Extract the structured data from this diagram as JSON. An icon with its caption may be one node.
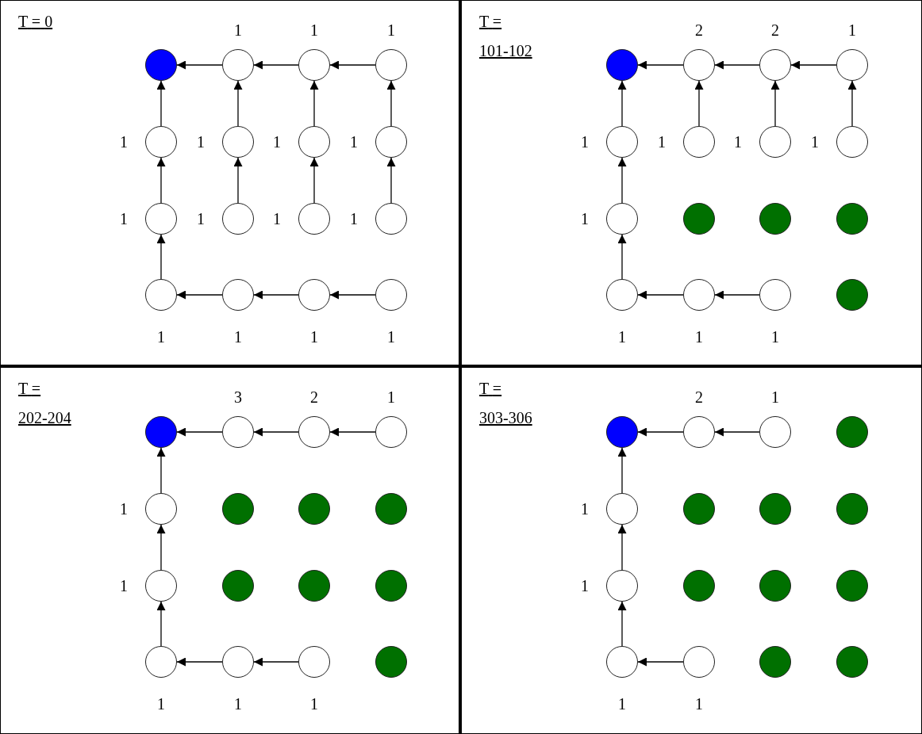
{
  "diagram": {
    "nodes": [
      {
        "text": [
          "T = 0"
        ]
      },
      {
        "text": [],
        "shape": "circle",
        "in": 0
      },
      {
        "text": [],
        "shape": "circle",
        "in": 0,
        "beside": [
          "1"
        ]
      },
      {
        "text": [],
        "shape": "circle",
        "in": 0,
        "beside": [
          "1"
        ]
      },
      {
        "text": [],
        "shape": "circle",
        "in": 0,
        "beside": [
          "1"
        ]
      },
      {
        "text": [],
        "shape": "circle",
        "in": 0,
        "beside": [
          "1"
        ]
      },
      {
        "text": [],
        "shape": "circle",
        "in": 0,
        "beside": [
          "1"
        ]
      },
      {
        "text": [],
        "shape": "circle",
        "in": 0,
        "beside": [
          "1"
        ]
      },
      {
        "text": [],
        "shape": "circle",
        "in": 0,
        "beside": [
          "1"
        ]
      },
      {
        "text": [],
        "shape": "circle",
        "in": 0,
        "beside": [
          "1"
        ]
      },
      {
        "text": [],
        "shape": "circle",
        "in": 0,
        "beside": [
          "1"
        ]
      },
      {
        "text": [],
        "shape": "circle",
        "in": 0,
        "beside": [
          "1"
        ]
      },
      {
        "text": [],
        "shape": "circle",
        "in": 0,
        "beside": [
          "1"
        ]
      },
      {
        "text": [],
        "shape": "circle",
        "in": 0,
        "beside": [
          "1"
        ]
      },
      {
        "text": [],
        "shape": "circle",
        "in": 0,
        "beside": [
          "1"
        ]
      },
      {
        "text": [],
        "shape": "circle",
        "in": 0,
        "beside": [
          "1"
        ]
      },
      {
        "text": [],
        "shape": "circle",
        "in": 0,
        "beside": [
          "1"
        ]
      },
      {
        "text": [
          "T = 101-102"
        ]
      },
      {
        "text": [],
        "shape": "circle",
        "in": 17
      },
      {
        "text": [],
        "shape": "circle",
        "in": 17,
        "beside": [
          "2"
        ]
      },
      {
        "text": [],
        "shape": "circle",
        "in": 17,
        "beside": [
          "2"
        ]
      },
      {
        "text": [],
        "shape": "circle",
        "in": 17,
        "beside": [
          "1"
        ]
      },
      {
        "text": [],
        "shape": "circle",
        "in": 17,
        "beside": [
          "1"
        ]
      },
      {
        "text": [],
        "shape": "circle",
        "in": 17,
        "beside": [
          "1"
        ]
      },
      {
        "text": [],
        "shape": "circle",
        "in": 17,
        "beside": [
          "1"
        ]
      },
      {
        "text": [],
        "shape": "circle",
        "in": 17,
        "beside": [
          "1"
        ]
      },
      {
        "text": [],
        "shape": "circle",
        "in": 17,
        "beside": [
          "1"
        ]
      },
      {
        "text": [],
        "shape": "circle",
        "in": 17
      },
      {
        "text": [],
        "shape": "circle",
        "in": 17
      },
      {
        "text": [],
        "shape": "circle",
        "in": 17
      },
      {
        "text": [],
        "shape": "circle",
        "in": 17,
        "beside": [
          "1"
        ]
      },
      {
        "text": [],
        "shape": "circle",
        "in": 17,
        "beside": [
          "1"
        ]
      },
      {
        "text": [],
        "shape": "circle",
        "in": 17,
        "beside": [
          "1"
        ]
      },
      {
        "text": [],
        "shape": "circle",
        "in": 17
      },
      {
        "text": [
          "T = 202-204"
        ]
      },
      {
        "text": [],
        "shape": "circle",
        "in": 34
      },
      {
        "text": [],
        "shape": "circle",
        "in": 34,
        "beside": [
          "3"
        ]
      },
      {
        "text": [],
        "shape": "circle",
        "in": 34,
        "beside": [
          "2"
        ]
      },
      {
        "text": [],
        "shape": "circle",
        "in": 34,
        "beside": [
          "1"
        ]
      },
      {
        "text": [],
        "shape": "circle",
        "in": 34,
        "beside": [
          "1"
        ]
      },
      {
        "text": [],
        "shape": "circle",
        "in": 34
      },
      {
        "text": [],
        "shape": "circle",
        "in": 34
      },
      {
        "text": [],
        "shape": "circle",
        "in": 34
      },
      {
        "text": [],
        "shape": "circle",
        "in": 34,
        "beside": [
          "1"
        ]
      },
      {
        "text": [],
        "shape": "circle",
        "in": 34
      },
      {
        "text": [],
        "shape": "circle",
        "in": 34
      },
      {
        "text": [],
        "shape": "circle",
        "in": 34
      },
      {
        "text": [],
        "shape": "circle",
        "in": 34,
        "beside": [
          "1"
        ]
      },
      {
        "text": [],
        "shape": "circle",
        "in": 34,
        "beside": [
          "1"
        ]
      },
      {
        "text": [],
        "shape": "circle",
        "in": 34,
        "beside": [
          "1"
        ]
      },
      {
        "text": [],
        "shape": "circle",
        "in": 34
      },
      {
        "text": [
          "T = 303-306"
        ]
      },
      {
        "text": [],
        "shape": "circle",
        "in": 51
      },
      {
        "text": [],
        "shape": "circle",
        "in": 51,
        "beside": [
          "2"
        ]
      },
      {
        "text": [],
        "shape": "circle",
        "in": 51,
        "beside": [
          "1"
        ]
      },
      {
        "text": [],
        "shape": "circle",
        "in": 51
      },
      {
        "text": [],
        "shape": "circle",
        "in": 51,
        "beside": [
          "1"
        ]
      },
      {
        "text": [],
        "shape": "circle",
        "in": 51
      },
      {
        "text": [],
        "shape": "circle",
        "in": 51
      },
      {
        "text": [],
        "shape": "circle",
        "in": 51
      },
      {
        "text": [],
        "shape": "circle",
        "in": 51,
        "beside": [
          "1"
        ]
      },
      {
        "text": [],
        "shape": "circle",
        "in": 51
      },
      {
        "text": [],
        "shape": "circle",
        "in": 51
      },
      {
        "text": [],
        "shape": "circle",
        "in": 51
      },
      {
        "text": [],
        "shape": "circle",
        "in": 51,
        "beside": [
          "1"
        ]
      },
      {
        "text": [],
        "shape": "circle",
        "in": 51,
        "beside": [
          "1"
        ]
      },
      {
        "text": [],
        "shape": "circle",
        "in": 51
      },
      {
        "text": [],
        "shape": "circle",
        "in": 51
      }
    ],
    "edges": [
      {
        "from": 2,
        "to": 1,
        "arrow": "to"
      },
      {
        "from": 3,
        "to": 2,
        "arrow": "to"
      },
      {
        "from": 4,
        "to": 3,
        "arrow": "to"
      },
      {
        "from": 5,
        "to": 1,
        "arrow": "to"
      },
      {
        "from": 6,
        "to": 2,
        "arrow": "to"
      },
      {
        "from": 7,
        "to": 3,
        "arrow": "to"
      },
      {
        "from": 8,
        "to": 4,
        "arrow": "to"
      },
      {
        "from": 9,
        "to": 5,
        "arrow": "to"
      },
      {
        "from": 10,
        "to": 6,
        "arrow": "to"
      },
      {
        "from": 11,
        "to": 7,
        "arrow": "to"
      },
      {
        "from": 12,
        "to": 8,
        "arrow": "to"
      },
      {
        "from": 13,
        "to": 9,
        "arrow": "to"
      },
      {
        "from": 14,
        "to": 13,
        "arrow": "to"
      },
      {
        "from": 15,
        "to": 14,
        "arrow": "to"
      },
      {
        "from": 16,
        "to": 15,
        "arrow": "to"
      },
      {
        "from": 19,
        "to": 18,
        "arrow": "to"
      },
      {
        "from": 20,
        "to": 19,
        "arrow": "to"
      },
      {
        "from": 21,
        "to": 20,
        "arrow": "to"
      },
      {
        "from": 22,
        "to": 18,
        "arrow": "to"
      },
      {
        "from": 23,
        "to": 19,
        "arrow": "to"
      },
      {
        "from": 24,
        "to": 20,
        "arrow": "to"
      },
      {
        "from": 25,
        "to": 21,
        "arrow": "to"
      },
      {
        "from": 26,
        "to": 22,
        "arrow": "to"
      },
      {
        "from": 30,
        "to": 26,
        "arrow": "to"
      },
      {
        "from": 31,
        "to": 30,
        "arrow": "to"
      },
      {
        "from": 32,
        "to": 31,
        "arrow": "to"
      },
      {
        "from": 36,
        "to": 35,
        "arrow": "to"
      },
      {
        "from": 37,
        "to": 36,
        "arrow": "to"
      },
      {
        "from": 38,
        "to": 37,
        "arrow": "to"
      },
      {
        "from": 39,
        "to": 35,
        "arrow": "to"
      },
      {
        "from": 43,
        "to": 39,
        "arrow": "to"
      },
      {
        "from": 47,
        "to": 43,
        "arrow": "to"
      },
      {
        "from": 48,
        "to": 47,
        "arrow": "to"
      },
      {
        "from": 49,
        "to": 48,
        "arrow": "to"
      },
      {
        "from": 53,
        "to": 52,
        "arrow": "to"
      },
      {
        "from": 54,
        "to": 53,
        "arrow": "to"
      },
      {
        "from": 56,
        "to": 52,
        "arrow": "to"
      },
      {
        "from": 60,
        "to": 56,
        "arrow": "to"
      },
      {
        "from": 64,
        "to": 60,
        "arrow": "to"
      },
      {
        "from": 65,
        "to": 64,
        "arrow": "to"
      }
    ]
  }
}
